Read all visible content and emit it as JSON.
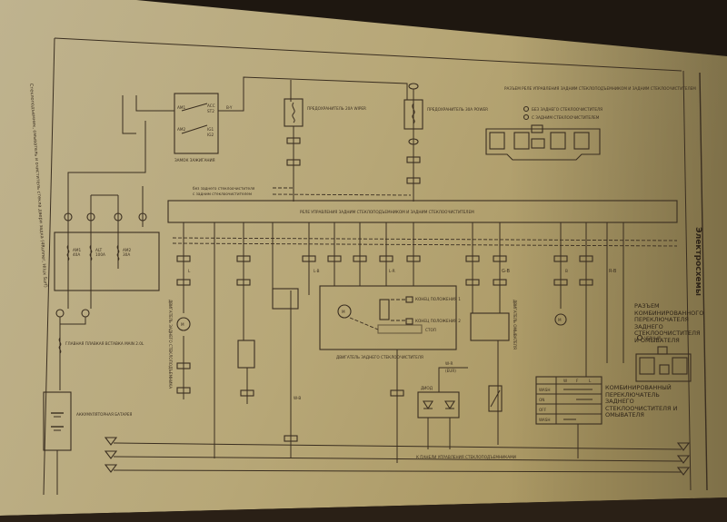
{
  "page": {
    "title": "Стеклоподъемник, омыватель и очиститель стекла двери задка (4Runner, Hilux Surf)",
    "section": "Электросхемы"
  },
  "relay": {
    "label": "РЕЛЕ УПРАВЛЕНИЯ ЗАДНИМ СТЕКЛОПОДЪЕМНИКОМ И ЗАДНИМ СТЕКЛООЧИСТИТЕЛЕМ"
  },
  "ignition": {
    "label": "ЗАМОК ЗАЖИГАНИЯ",
    "terminals": [
      "AM1",
      "ACC",
      "IG1",
      "AM2",
      "IG2",
      "ST2"
    ]
  },
  "fuses": [
    {
      "label": "ПРЕДОХРАНИТЕЛЬ 20A WIPER"
    },
    {
      "label": "ПРЕДОХРАНИТЕЛЬ 30A POWER"
    }
  ],
  "fuse_block": [
    {
      "name": "AM1",
      "rating": "40A"
    },
    {
      "name": "ALT",
      "rating": "100A"
    },
    {
      "name": "AM2",
      "rating": "30A"
    }
  ],
  "main_link": {
    "label": "ГЛАВНАЯ ПЛАВКАЯ ВСТАВКА MAIN 2.0L"
  },
  "battery": {
    "label": "АККУМУЛЯТОРНАЯ БАТАРЕЯ"
  },
  "relay_notes": {
    "line1": "без заднего стеклоочистителя",
    "line2": "с задним стеклоочистителем"
  },
  "connector_top": {
    "caption": "РАЗЪЕМ РЕЛЕ УПРАВЛЕНИЯ ЗАДНИМ СТЕКЛОПОДЪЕМНИКОМ И ЗАДНИМ СТЕКЛООЧИСТИТЕЛЕМ",
    "legend1": "БЕЗ ЗАДНЕГО СТЕКЛООЧИСТИТЕЛЯ",
    "legend2": "С ЗАДНИМ СТЕКЛООЧИСТИТЕЛЕМ"
  },
  "wiper_motor": {
    "label": "ДВИГАТЕЛЬ ЗАДНЕГО СТЕКЛООЧИСТИТЕЛЯ",
    "stop": "СТОП",
    "pos1": "КОНЕЦ ПОЛОЖЕНИЯ 1",
    "pos2": "КОНЕЦ ПОЛОЖЕНИЯ 2"
  },
  "window_motor": {
    "label": "ДВИГАТЕЛЬ ЗАДНЕГО СТЕКЛОПОДЪЕМНИКА"
  },
  "washer_motor": {
    "label": "ДВИГАТЕЛЬ ОМЫВАТЕЛЯ"
  },
  "diode": {
    "label": "ДИОД"
  },
  "switch_table": {
    "caption": "КОМБИНИРОВАННЫЙ ПЕРЕКЛЮЧАТЕЛЬ ЗАДНЕГО СТЕКЛООЧИСТИТЕЛЯ И ОМЫВАТЕЛЯ",
    "columns": [
      "W",
      "F",
      "L"
    ],
    "rows": [
      "WASH",
      "ON",
      "OFF",
      "WASH"
    ]
  },
  "connector_bottom": {
    "caption": "РАЗЪЕМ КОМБИНИРОВАННОГО ПЕРЕКЛЮЧАТЕЛЯ ЗАДНЕГО СТЕКЛООЧИСТИТЕЛЯ И ОМЫВАТЕЛЯ",
    "color": "ЧЕРНЫЙ"
  },
  "bottom_note": "К ПАНЕЛИ УПРАВЛЕНИЯ СТЕКЛОПОДЪЕМНИКАМИ",
  "wire_labels": [
    "B-Y",
    "W-B",
    "B",
    "L-B",
    "W-R",
    "L",
    "L-R",
    "G-B",
    "R-B",
    "(EUR)"
  ]
}
